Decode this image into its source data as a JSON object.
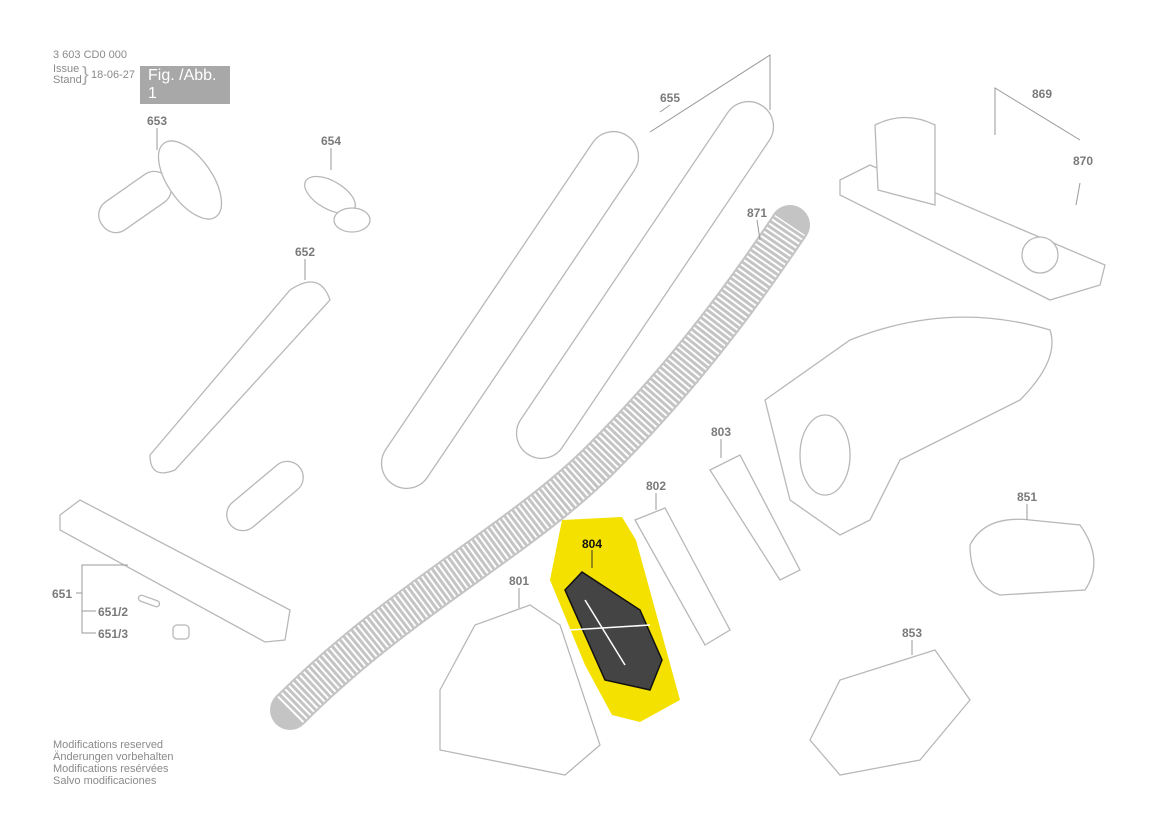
{
  "header": {
    "doc_number": "3 603 CD0 000",
    "issue_label": "Issue",
    "stand_label": "Stand",
    "date": "18-06-27",
    "figure": "Fig. /Abb. 1"
  },
  "notes": [
    "Modifications reserved",
    "Änderungen vorbehalten",
    "Modifications resérvées",
    "Salvo modificaciones"
  ],
  "highlight_color": "#f5e100",
  "parts": {
    "p653": "653",
    "p654": "654",
    "p655": "655",
    "p652": "652",
    "p871": "871",
    "p869": "869",
    "p870": "870",
    "p803": "803",
    "p802": "802",
    "p851": "851",
    "p804": "804",
    "p801": "801",
    "p651": "651",
    "p651_2": "651/2",
    "p651_3": "651/3",
    "p853": "853"
  }
}
